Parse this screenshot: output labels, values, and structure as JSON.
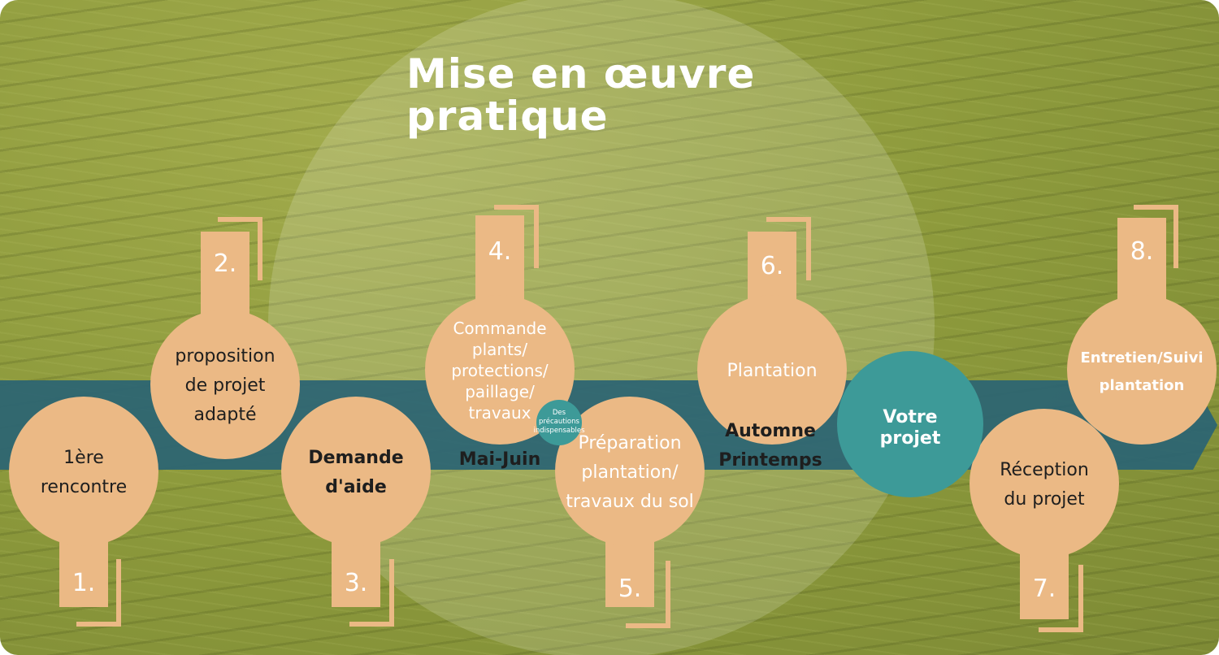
{
  "title": {
    "line1": "Mise en œuvre",
    "line2": "pratique"
  },
  "colors": {
    "peach": "#ebb985",
    "band": "#2b6473",
    "teal": "#3d9a98",
    "dark_text": "#1e1e1e",
    "white_text": "#ffffff"
  },
  "steps": [
    {
      "number": "1.",
      "lines": [
        "1ère",
        "rencontre"
      ],
      "bold": false,
      "text_color": "dark"
    },
    {
      "number": "2.",
      "lines": [
        "proposition",
        "de projet",
        "adapté"
      ],
      "bold": false,
      "text_color": "dark"
    },
    {
      "number": "3.",
      "lines": [
        "Demande",
        "d'aide"
      ],
      "bold": true,
      "text_color": "dark"
    },
    {
      "number": "4.",
      "lines": [
        "Commande",
        "plants/",
        "protections/",
        "paillage/",
        "travaux"
      ],
      "bold": false,
      "text_color": "white"
    },
    {
      "number": "5.",
      "lines": [
        "Préparation",
        "plantation/",
        "travaux du sol"
      ],
      "bold": false,
      "text_color": "white"
    },
    {
      "number": "6.",
      "lines": [
        "Plantation"
      ],
      "bold": false,
      "text_color": "white"
    },
    {
      "number": "7.",
      "lines": [
        "Réception",
        "du projet"
      ],
      "bold": false,
      "text_color": "dark"
    },
    {
      "number": "8.",
      "lines": [
        "Entretien/Suivi",
        "plantation"
      ],
      "bold": true,
      "text_color": "white"
    }
  ],
  "votre_projet": [
    "Votre",
    "projet"
  ],
  "precautions": [
    "Des",
    "précautions",
    "indispensables"
  ],
  "periods": {
    "mai_juin": "Mai-Juin",
    "automne": "Automne",
    "printemps": "Printemps"
  }
}
